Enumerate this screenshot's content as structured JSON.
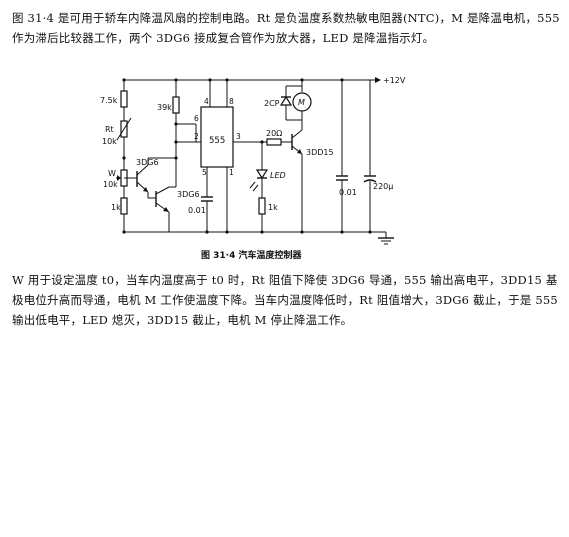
{
  "text": {
    "intro": "图 31·4 是可用于轿车内降温风扇的控制电路。Rt 是负温度系数热敏电阻器(NTC)，M 是降温电机，555 作为滞后比较器工作，两个 3DG6 接成复合管作为放大器，LED 是降温指示灯。",
    "explanation": "W 用于设定温度 t0，当车内温度高于 t0 时，Rt 阻值下降使 3DG6 导通，555 输出高电平，3DD15 基极电位升高而导通，电机 M 工作使温度下降。当车内温度降低时，Rt 阻值增大，3DG6 截止，于是 555 输出低电平，LED 熄灭，3DD15 截止，电机 M 停止降温工作。"
  },
  "diagram": {
    "caption": "图 31·4   汽车温度控制器",
    "supply": "+12V",
    "ic": "555",
    "pins": {
      "p4": "4",
      "p8": "8",
      "p6": "6",
      "p2": "2",
      "p3": "3",
      "p5": "5",
      "p1": "1"
    },
    "labels": {
      "r1": "7.5k",
      "rt_name": "Rt",
      "rt_val": "10k",
      "w_name": "W",
      "w_val": "10k",
      "r_1k_left": "1k",
      "r39": "39k",
      "q1": "3DG6",
      "q2": "3DG6",
      "c001_left": "0.01",
      "diode": "2CP",
      "motor": "M",
      "r20": "20Ω",
      "q3": "3DD15",
      "led": "LED",
      "r_1k_led": "1k",
      "c001_right": "0.01",
      "c220": "220μ"
    }
  }
}
